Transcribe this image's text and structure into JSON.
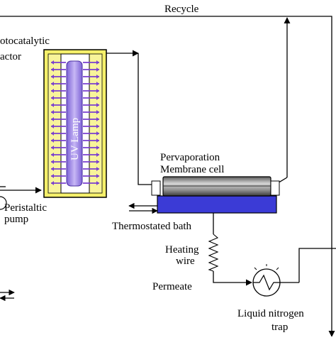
{
  "labels": {
    "recycle": "Recycle",
    "reactor_line1": "otocatalytic",
    "reactor_line2": "actor",
    "uv_lamp": "UV Lamp",
    "pervaporation_line1": "Pervaporation",
    "pervaporation_line2": "Membrane cell",
    "peristaltic_line1": "Peristaltic",
    "peristaltic_line2": "pump",
    "thermostated_bath": "Thermostated bath",
    "heating_line1": "Heating",
    "heating_line2": "wire",
    "permeate": "Permeate",
    "liquid_nitrogen_line1": "Liquid nitrogen",
    "liquid_nitrogen_line2": "trap"
  },
  "colors": {
    "reactor_housing": "#f5f06a",
    "lamp_tube": "#9a7fe6",
    "lamp_glass": "#ffffff",
    "arrows": "#7a3fcf",
    "membrane_cell": "#9a9a9a",
    "membrane_cell_dark": "#3f3f3f",
    "bath": "#3b3bd6",
    "lines": "#000000"
  }
}
